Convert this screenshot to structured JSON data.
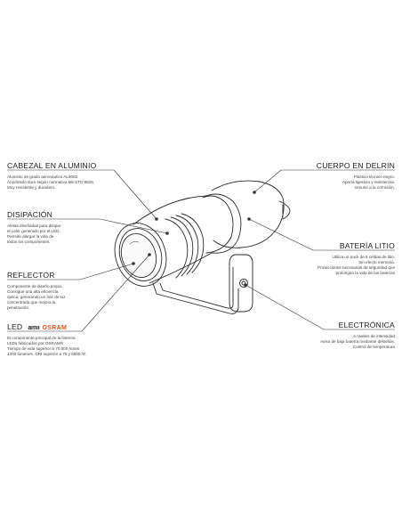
{
  "callouts": {
    "head": {
      "title": "CABEZAL EN ALUMINIO",
      "lines": [
        "Aluminio de grado aeronáutico AL6082.",
        "Anodizado duro según normativa Mil-STD 8625.",
        "Muy resistente y duradero."
      ]
    },
    "dissipation": {
      "title": "DISIPACIÓN",
      "lines": [
        "Aletas diseñadas para disipar",
        "el calor generado por el LED.",
        "Permite alargar la vida de",
        "todos los componentes."
      ]
    },
    "reflector": {
      "title": "REFLECTOR",
      "lines": [
        "Componente de diseño propio.",
        "Consigue una alta eficiencia",
        "óptica, generando un haz de luz",
        "concentrada que mejora la",
        "penetración."
      ]
    },
    "led": {
      "title": "LED",
      "brand_ams": "amıı",
      "brand_osram": "OSRAM",
      "lines": [
        "El componente principal de la linterna",
        "LEDs fabricados por OSRAM®",
        "Tiempo de vida superior a 70.000 horas",
        "1300 lúmenes. CRI superior a 70 y 6500 ºK."
      ]
    },
    "body": {
      "title": "CUERPO EN DELRIN",
      "lines": [
        "Plástico técnico negro.",
        "Aporta ligereza y resistencia.",
        "Inmune a la corrosión."
      ]
    },
    "battery": {
      "title": "BATERÍA LITIO",
      "lines": [
        "Utiliza un pack de 6 celdas de litio.",
        "Sin efecto memoria.",
        "Protecciones necesarias de seguridad que",
        "prolongan la vida de las baterías"
      ]
    },
    "electronics": {
      "title": "ELECTRÓNICA",
      "lines": [
        "4 niveles de intensidad",
        "Aviso de baja batería mediante destellos.",
        "Control de temperatura"
      ]
    }
  },
  "colors": {
    "osram": "#d9541e",
    "line": "#333333"
  }
}
